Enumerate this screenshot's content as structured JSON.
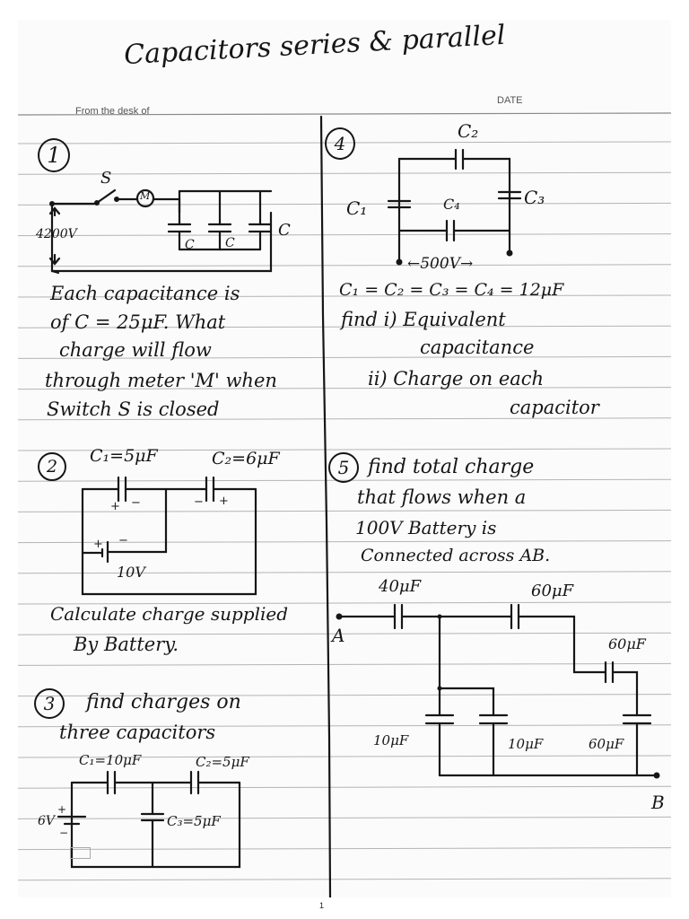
{
  "page": {
    "title": "Capacitors series & parallel",
    "from_desk": "From the desk of",
    "date_label": "DATE",
    "page_number": "1"
  },
  "problems": {
    "p1": {
      "number": "1",
      "switch_label": "S",
      "meter_label": "M",
      "voltage_label": "4200V",
      "cap_labels": [
        "C",
        "C",
        "C"
      ],
      "text_lines": [
        "Each capacitance is",
        "of C = 25μF. What",
        "charge will flow",
        "through meter 'M' when",
        "Switch S is closed"
      ]
    },
    "p2": {
      "number": "2",
      "c1_label": "C₁=5μF",
      "c2_label": "C₂=6μF",
      "battery_label": "10V",
      "plus": "+",
      "minus": "−",
      "text_lines": [
        "Calculate charge supplied",
        "By Battery."
      ]
    },
    "p3": {
      "number": "3",
      "heading_lines": [
        "find charges on",
        "three capacitors"
      ],
      "c1_label": "C₁=10μF",
      "c2_label": "C₂=5μF",
      "c3_label": "C₃=5μF",
      "battery_label": "6V"
    },
    "p4": {
      "number": "4",
      "labels": [
        "C₂",
        "C₁",
        "C₄",
        "C₃"
      ],
      "voltage_label": "←500V→",
      "text_lines": [
        "C₁ = C₂ = C₃ = C₄ = 12μF",
        "find i) Equivalent",
        "capacitance",
        "ii) Charge on each",
        "capacitor"
      ]
    },
    "p5": {
      "number": "5",
      "text_lines": [
        "find total charge",
        "that flows when a",
        "100V Battery is",
        "Connected across AB."
      ],
      "cap_labels": [
        "40μF",
        "60μF",
        "60μF",
        "10μF",
        "10μF",
        "60μF"
      ],
      "terminal_a": "A",
      "terminal_b": "B"
    }
  }
}
